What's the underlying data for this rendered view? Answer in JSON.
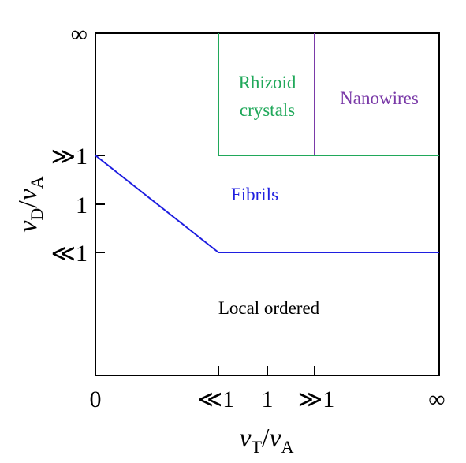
{
  "colors": {
    "fibrils": "#1f1fe0",
    "rhizoid": "#20a85a",
    "nanowires": "#7a3aa8",
    "axis": "#000000",
    "text": "#000000"
  },
  "x_axis": {
    "label_main": "v",
    "label_sub_num": "T",
    "label_slash": "/",
    "label_main2": "v",
    "label_sub_den": "A",
    "ticks": [
      "0",
      "≪1",
      "1",
      "≫1",
      "∞"
    ]
  },
  "y_axis": {
    "label_main": "v",
    "label_sub_num": "D",
    "label_slash": "/",
    "label_main2": "v",
    "label_sub_den": "A",
    "ticks": [
      "∞",
      "≫1",
      "1",
      "≪1"
    ]
  },
  "regions": {
    "rhizoid_line1": "Rhizoid",
    "rhizoid_line2": "crystals",
    "nanowires": "Nanowires",
    "fibrils": "Fibrils",
    "local_ordered": "Local ordered"
  }
}
